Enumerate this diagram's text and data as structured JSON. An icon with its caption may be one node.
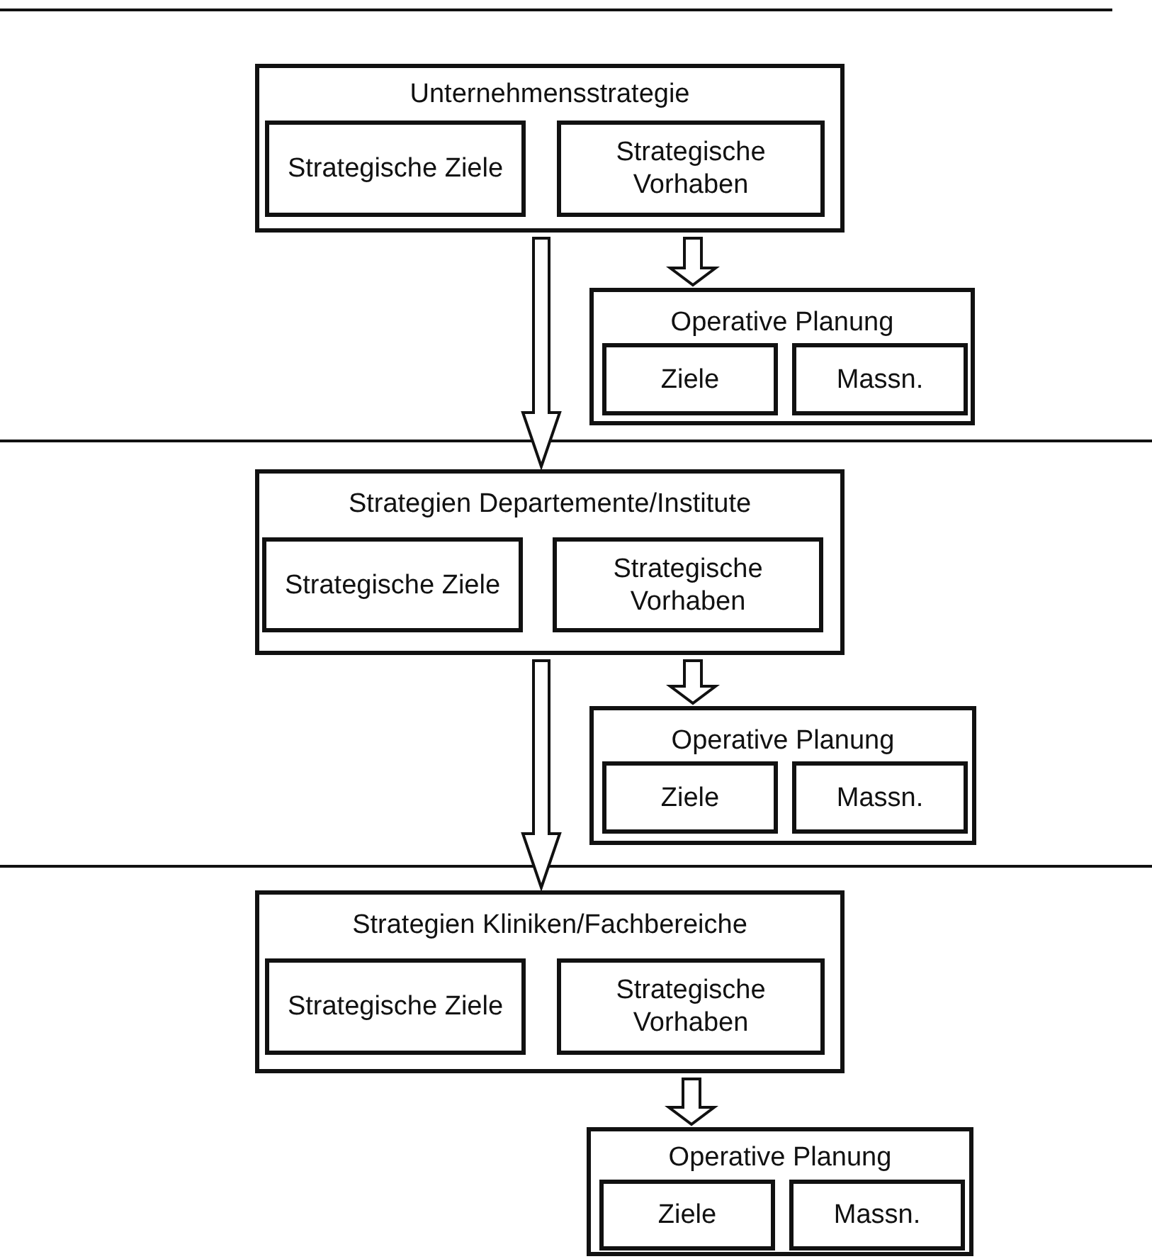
{
  "diagram": {
    "nodes": [
      {
        "text": [
          "Unternehmensstrategie"
        ]
      },
      {
        "text": [
          "Strategische Ziele"
        ],
        "in": 0
      },
      {
        "text": [
          "Strategische Vorhaben"
        ],
        "in": 0
      },
      {
        "text": [
          "Operative Planung"
        ]
      },
      {
        "text": [
          "Ziele"
        ],
        "in": 3
      },
      {
        "text": [
          "Massn."
        ],
        "in": 3
      },
      {
        "text": [
          "Strategien Departemente/Institute"
        ]
      },
      {
        "text": [
          "Strategische Ziele"
        ],
        "in": 6
      },
      {
        "text": [
          "Strategische Vorhaben"
        ],
        "in": 6
      },
      {
        "text": [
          "Operative Planung"
        ]
      },
      {
        "text": [
          "Ziele"
        ],
        "in": 9
      },
      {
        "text": [
          "Massn."
        ],
        "in": 9
      },
      {
        "text": [
          "Strategien Kliniken/Fachbereiche"
        ]
      },
      {
        "text": [
          "Strategische Ziele"
        ],
        "in": 12
      },
      {
        "text": [
          "Strategische Vorhaben"
        ],
        "in": 12
      },
      {
        "text": [
          "Operative Planung"
        ]
      },
      {
        "text": [
          "Ziele"
        ],
        "in": 15
      },
      {
        "text": [
          "Massn."
        ],
        "in": 15
      }
    ],
    "edges": [
      {
        "from": 0,
        "to": 3,
        "arrow": "to"
      },
      {
        "from": 0,
        "to": 6,
        "arrow": "to"
      },
      {
        "from": 6,
        "to": 9,
        "arrow": "to"
      },
      {
        "from": 6,
        "to": 12,
        "arrow": "to"
      },
      {
        "from": 12,
        "to": 15,
        "arrow": "to"
      }
    ]
  }
}
